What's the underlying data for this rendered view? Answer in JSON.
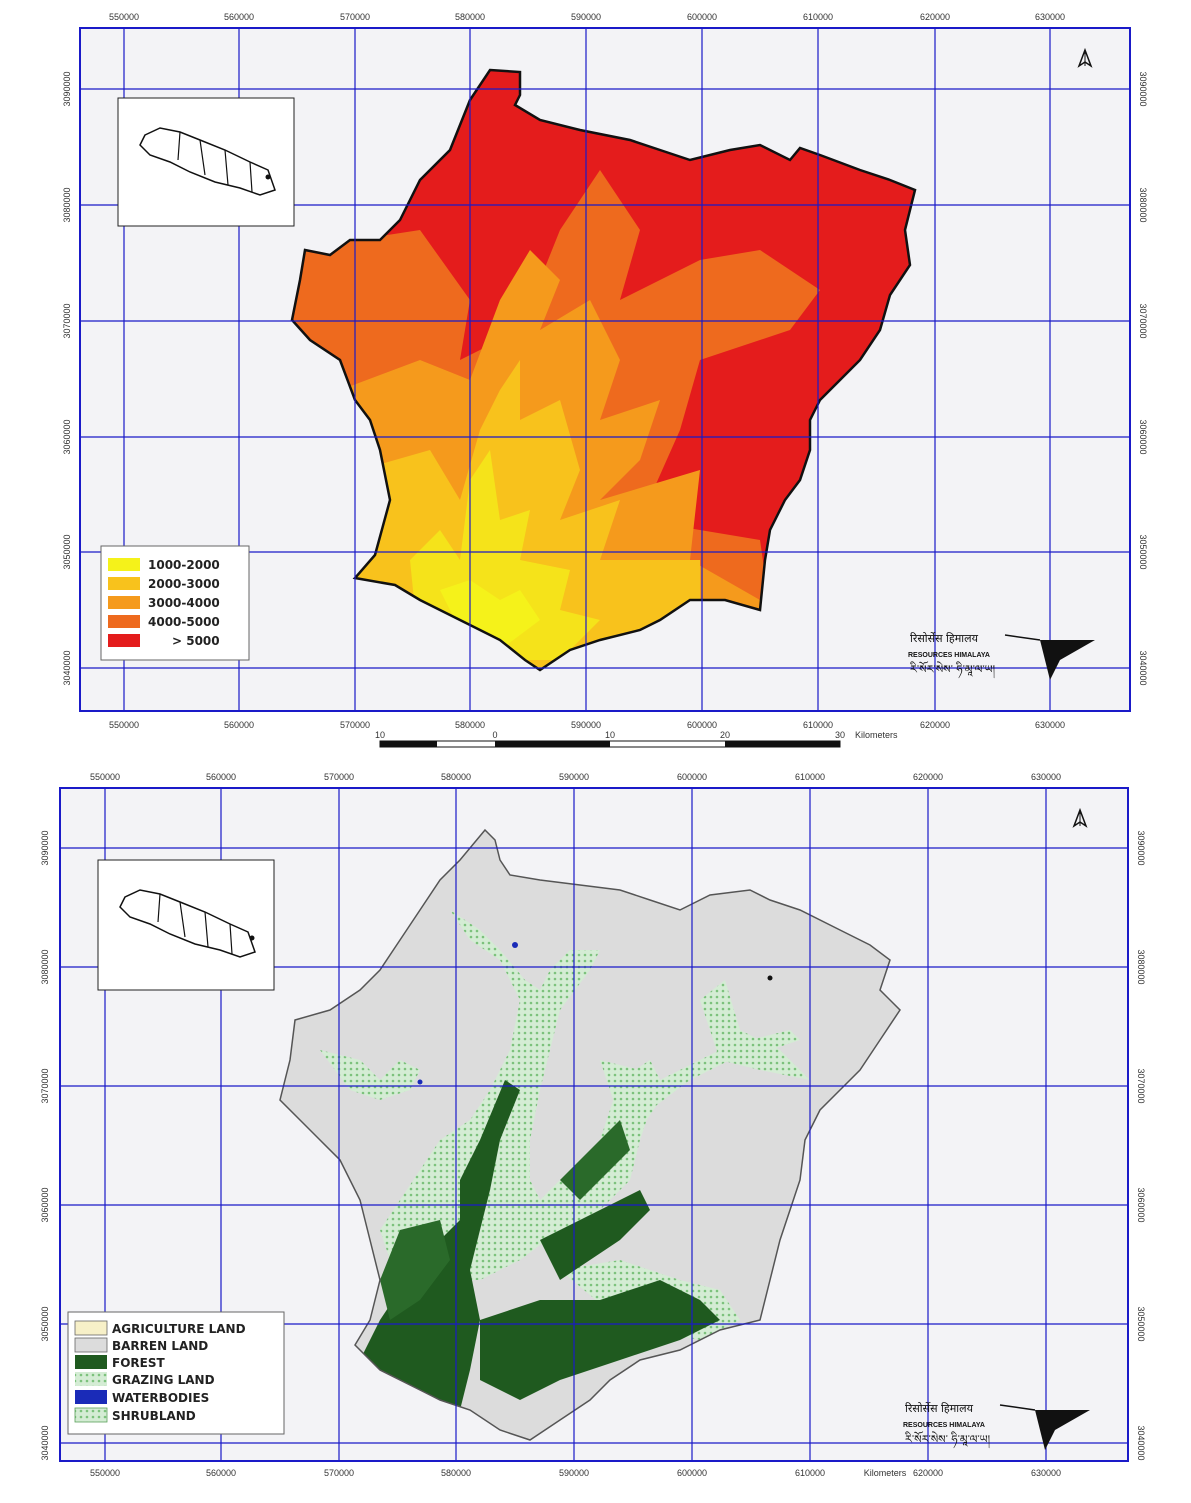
{
  "map_top": {
    "x_ticks": [
      "550000",
      "560000",
      "570000",
      "580000",
      "590000",
      "600000",
      "610000",
      "620000",
      "630000"
    ],
    "y_ticks": [
      "3090000",
      "3080000",
      "3070000",
      "3060000",
      "3050000",
      "3040000"
    ],
    "legend": [
      {
        "label": "1000-2000",
        "color": "#f5f21a"
      },
      {
        "label": "2000-3000",
        "color": "#f8c21c"
      },
      {
        "label": "3000-4000",
        "color": "#f59a1c"
      },
      {
        "label": "4000-5000",
        "color": "#ee6a1e"
      },
      {
        "label": "> 5000",
        "color": "#e41c1c"
      }
    ],
    "scale_labels": [
      "10",
      "0",
      "10",
      "20",
      "30"
    ],
    "scale_unit": "Kilometers",
    "logo": {
      "line1": "रिसोर्सेस हिमालय",
      "line2": "RESOURCES HIMALAYA",
      "line3": "རི་སོར་སེས་ ཧི་མཱ་ལ་ཡ།"
    }
  },
  "map_bottom": {
    "x_ticks": [
      "550000",
      "560000",
      "570000",
      "580000",
      "590000",
      "600000",
      "610000",
      "620000",
      "630000"
    ],
    "y_ticks": [
      "3090000",
      "3080000",
      "3070000",
      "3060000",
      "3050000",
      "3040000"
    ],
    "legend": [
      {
        "label": "AGRICULTURE LAND",
        "color": "#f7f0c8"
      },
      {
        "label": "BARREN LAND",
        "color": "#dcdcdc"
      },
      {
        "label": "FOREST",
        "color": "#1f5a1f"
      },
      {
        "label": "GRAZING LAND",
        "color": "#bfe6bf"
      },
      {
        "label": "WATERBODIES",
        "color": "#1a2bb8"
      },
      {
        "label": "SHRUBLAND",
        "color": "#9fd79f"
      }
    ],
    "scale_unit": "Kilometers",
    "logo": {
      "line1": "रिसोर्सेस हिमालय",
      "line2": "RESOURCES HIMALAYA",
      "line3": "རི་སོར་སེས་ ཧི་མཱ་ལ་ཡ།"
    }
  }
}
